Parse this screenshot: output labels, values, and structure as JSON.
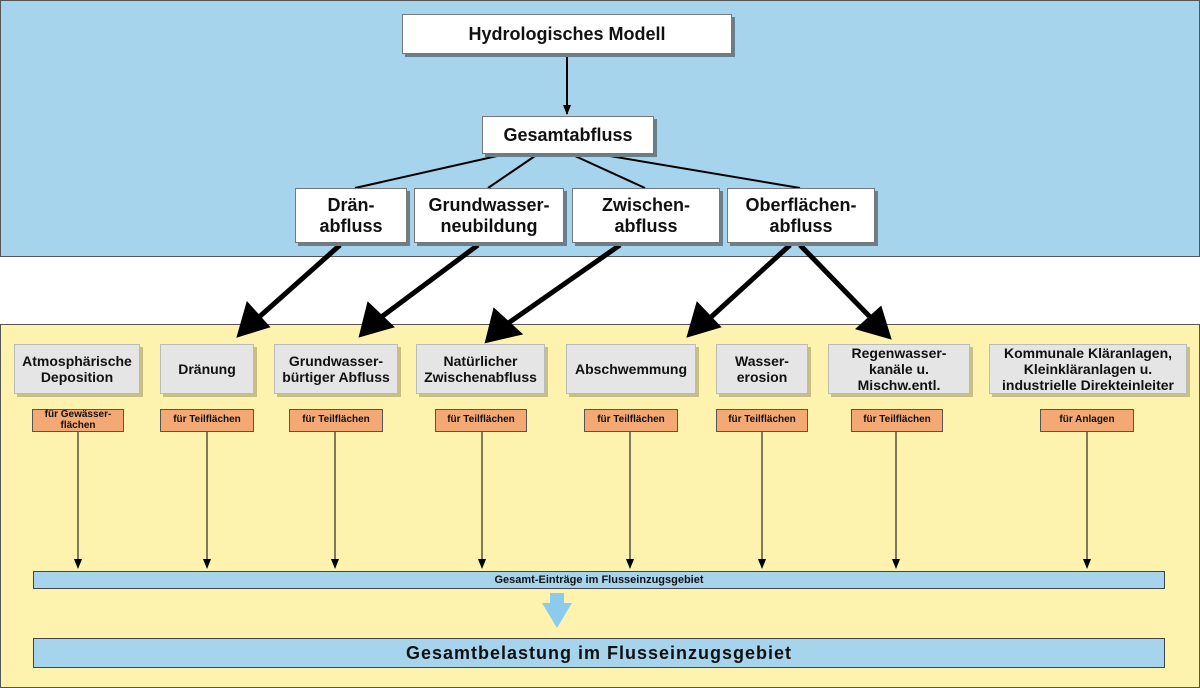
{
  "model": "Hydrologisches Modell",
  "total_runoff": "Gesamtabfluss",
  "runoff_components": [
    "Drän-\nabfluss",
    "Grundwasser-\nneubildung",
    "Zwischen-\nabfluss",
    "Oberflächen-\nabfluss"
  ],
  "pathways": [
    {
      "label": "Atmosphärische\nDeposition",
      "basis": "für Gewässer-\nflächen"
    },
    {
      "label": "Dränung",
      "basis": "für Teilflächen"
    },
    {
      "label": "Grundwasser-\nbürtiger Abfluss",
      "basis": "für Teilflächen"
    },
    {
      "label": "Natürlicher\nZwischenabfluss",
      "basis": "für Teilflächen"
    },
    {
      "label": "Abschwemmung",
      "basis": "für Teilflächen"
    },
    {
      "label": "Wasser-\nerosion",
      "basis": "für Teilflächen"
    },
    {
      "label": "Regenwasser-\nkanäle u.\nMischw.entl.",
      "basis": "für Teilflächen"
    },
    {
      "label": "Kommunale Kläranlagen,\nKleinkläranlagen  u.\nindustrielle Direkteinleiter",
      "basis": "für Anlagen"
    }
  ],
  "total_inputs": "Gesamt-Einträge im Flusseinzugsgebiet",
  "total_load": "Gesamtbelastung im Flusseinzugsgebiet",
  "colors": {
    "top_panel": "#a6d4ec",
    "bottom_panel": "#fdf3ae",
    "pathway_box": "#e5e5e5",
    "basis_box": "#f4a873",
    "bar": "#a6d4ec",
    "big_arrow": "#8ccbee"
  }
}
